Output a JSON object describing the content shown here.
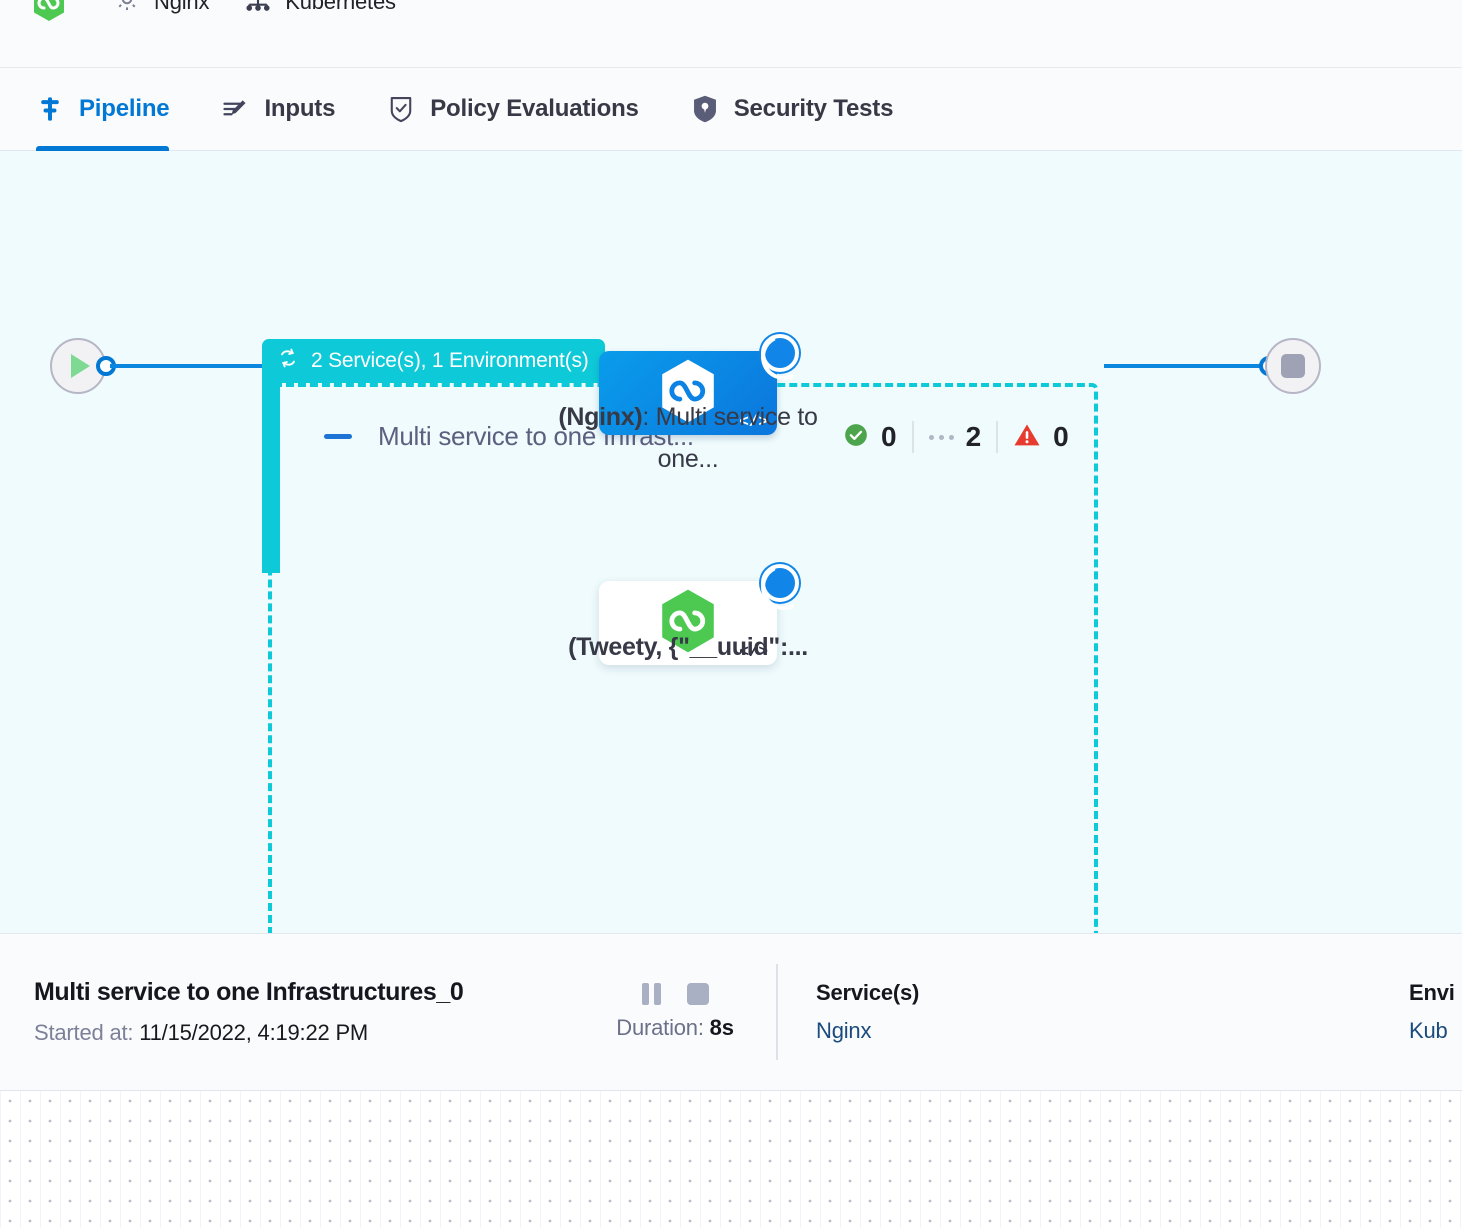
{
  "topbar": {
    "items": [
      {
        "icon": "harness-hexagon-green-icon",
        "label": ""
      },
      {
        "icon": "gear-icon",
        "label": "Nginx"
      },
      {
        "icon": "kubernetes-icon",
        "label": "Kubernetes"
      }
    ]
  },
  "tabs": [
    {
      "id": "pipeline",
      "label": "Pipeline",
      "icon": "pipeline-icon",
      "active": true
    },
    {
      "id": "inputs",
      "label": "Inputs",
      "icon": "inputs-icon",
      "active": false
    },
    {
      "id": "policy-evaluations",
      "label": "Policy Evaluations",
      "icon": "shield-check-icon",
      "active": false
    },
    {
      "id": "security-tests",
      "label": "Security Tests",
      "icon": "shield-security-icon",
      "active": false
    }
  ],
  "canvas": {
    "start_node": {
      "icon": "play-icon"
    },
    "end_node": {
      "icon": "stop-icon"
    },
    "group": {
      "badge_label": "2 Service(s), 1 Environment(s)",
      "badge_icon": "matrix-loop-icon",
      "badge_color": "#0ec9d8",
      "title": "Multi service to one Infrast...",
      "collapse_icon": "collapse-minus-icon",
      "counters": [
        {
          "icon": "success-check-icon",
          "value": "0",
          "color": "#4ca44c"
        },
        {
          "icon": "running-dots-icon",
          "value": "2",
          "color": "#b1b6c4"
        },
        {
          "icon": "error-warning-icon",
          "value": "0",
          "color": "#e63b2e"
        }
      ],
      "nodes": [
        {
          "id": "node-nginx",
          "style": "blue",
          "logo": "harness-hexagon-white-icon",
          "code_icon": "code-brackets-icon",
          "status_icon": "running-spinner-icon",
          "label_bold": "(Nginx)",
          "label_rest": ": Multi service to one..."
        },
        {
          "id": "node-tweety",
          "style": "white",
          "logo": "harness-hexagon-green-icon",
          "code_icon": "code-brackets-icon",
          "status_icon": "running-spinner-icon",
          "label_bold": "(Tweety, {\"__uuid\":...",
          "label_rest": ""
        }
      ]
    }
  },
  "detail": {
    "title": "Multi service to one Infrastructures_0",
    "started_label": "Started at:",
    "started_value": "11/15/2022, 4:19:22 PM",
    "pause_icon": "pause-icon",
    "stop_icon": "stop-icon",
    "duration_label": "Duration:",
    "duration_value": "8s",
    "services_header": "Service(s)",
    "services_value": "Nginx",
    "environments_header": "Envi",
    "environments_value": "Kub"
  }
}
